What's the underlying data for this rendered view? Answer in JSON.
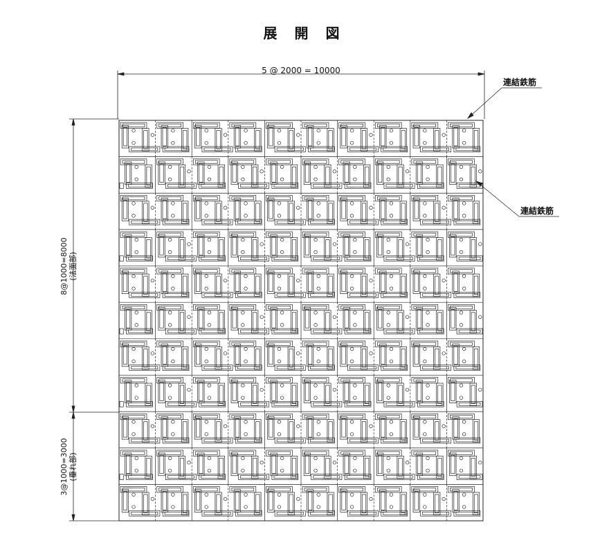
{
  "title": "展 開 図",
  "dimensions": {
    "top": "5 @ 2000 = 10000",
    "slope_value": "8@1000=8000",
    "slope_note": "(法面部)",
    "hanging_value": "3@1000=3000",
    "hanging_note": "(垂れ部)"
  },
  "callouts": {
    "top_label": "連結鉄筋",
    "side_label": "連結鉄筋"
  },
  "grid": {
    "columns": 5,
    "rows": 11,
    "slope_rows": 8,
    "hanging_rows": 3
  }
}
